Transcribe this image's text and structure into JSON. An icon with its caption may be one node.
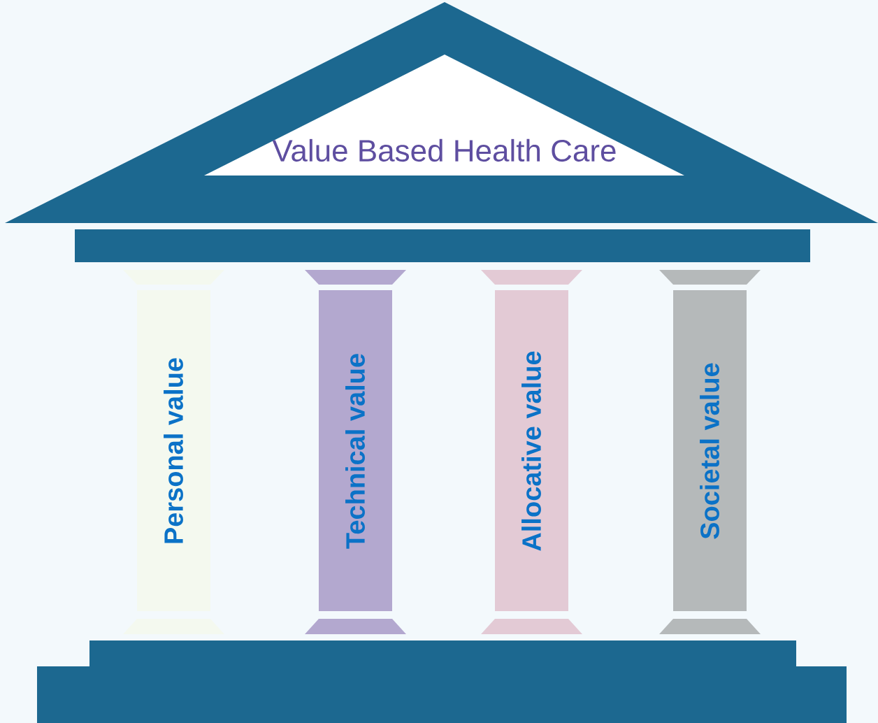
{
  "diagram": {
    "nodes": [
      {
        "text": [
          "Value Based Health Care"
        ]
      },
      {
        "text": [
          "Personal value"
        ]
      },
      {
        "text": [
          "Technical value"
        ]
      },
      {
        "text": [
          "Allocative value"
        ]
      },
      {
        "text": [
          "Societal value"
        ]
      }
    ]
  }
}
